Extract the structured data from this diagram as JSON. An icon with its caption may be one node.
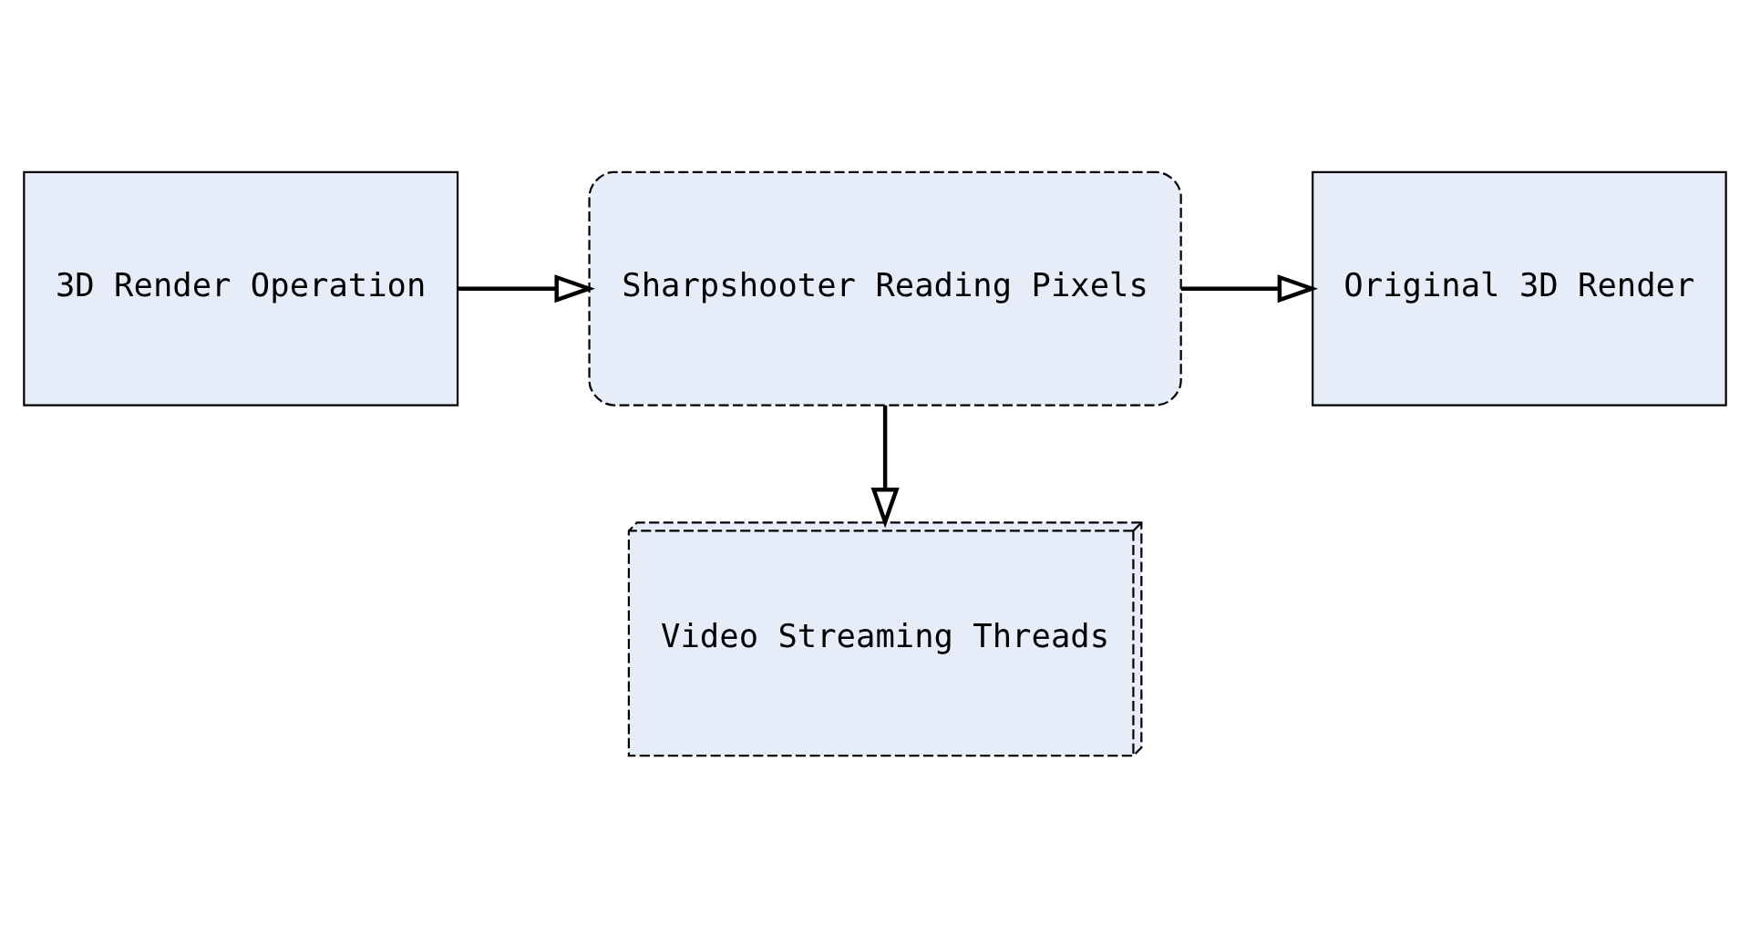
{
  "diagram": {
    "nodes": [
      {
        "text": [
          "3D Render Operation"
        ]
      },
      {
        "text": [
          "Sharpshooter Reading Pixels"
        ]
      },
      {
        "text": [
          "Original 3D Render"
        ]
      },
      {
        "text": [
          "Video Streaming Threads"
        ]
      }
    ],
    "edges": [
      {
        "from": 0,
        "to": 1,
        "arrow": "to"
      },
      {
        "from": 1,
        "to": 2,
        "arrow": "to"
      },
      {
        "from": 1,
        "to": 3,
        "arrow": "to"
      }
    ]
  }
}
